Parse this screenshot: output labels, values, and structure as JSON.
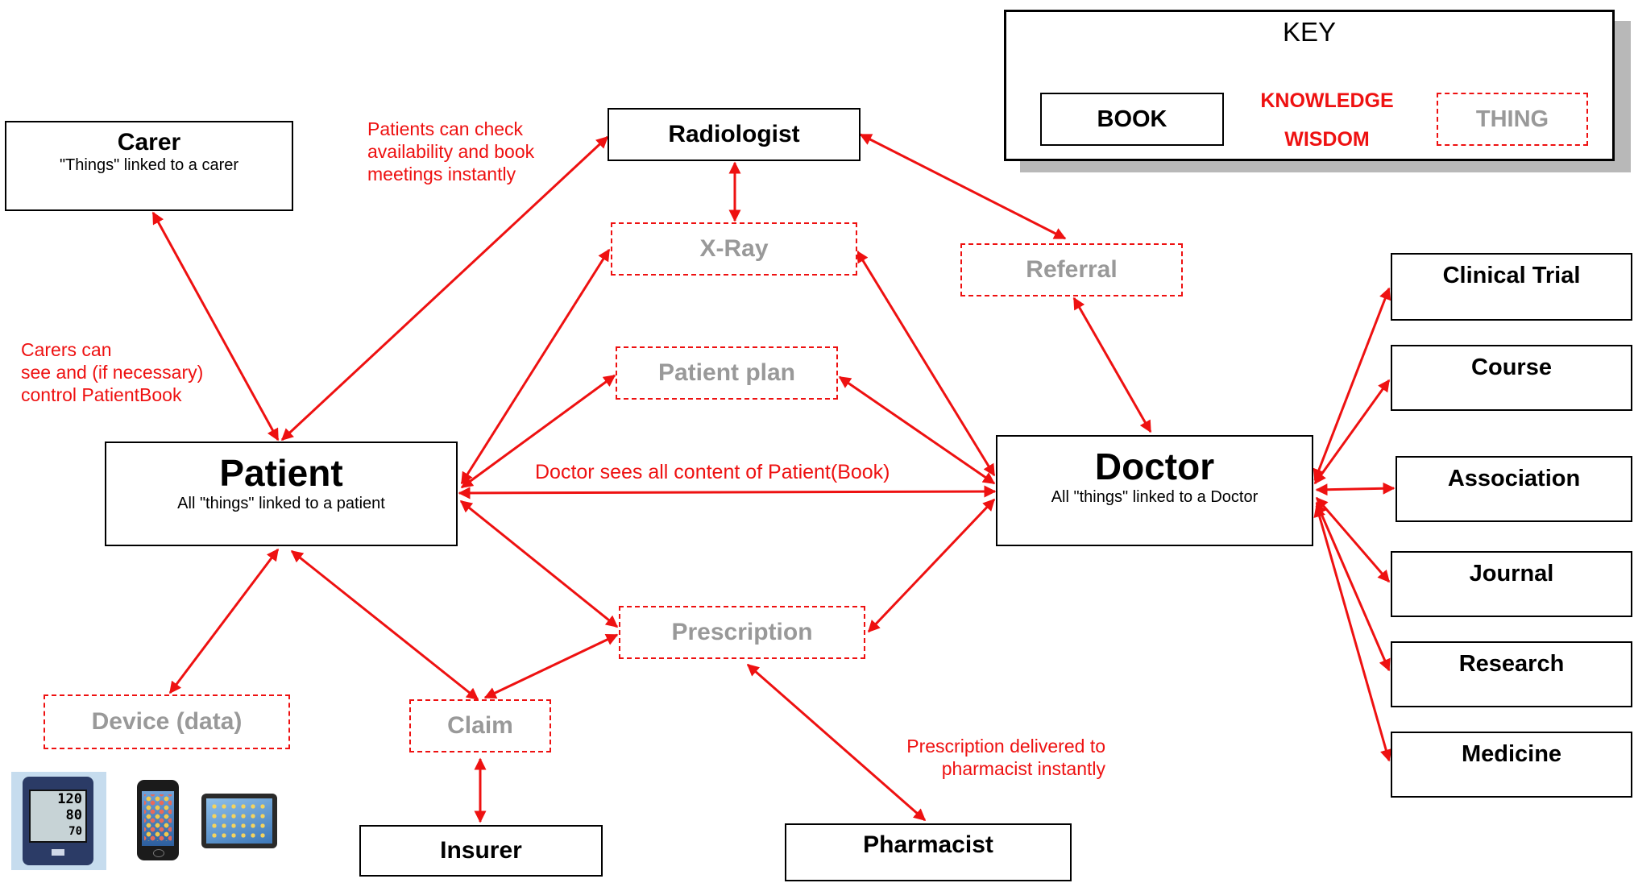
{
  "key": {
    "title": "KEY",
    "book": "BOOK",
    "knowledge": "KNOWLEDGE",
    "wisdom": "WISDOM",
    "thing": "THING"
  },
  "books": {
    "carer": {
      "title": "Carer",
      "subtitle": "\"Things\" linked to a carer"
    },
    "radiologist": {
      "title": "Radiologist"
    },
    "patient": {
      "title": "Patient",
      "subtitle": "All \"things\" linked to a patient"
    },
    "doctor": {
      "title": "Doctor",
      "subtitle": "All \"things\" linked to a Doctor"
    },
    "clinical_trial": {
      "title": "Clinical Trial"
    },
    "course": {
      "title": "Course"
    },
    "association": {
      "title": "Association"
    },
    "journal": {
      "title": "Journal"
    },
    "research": {
      "title": "Research"
    },
    "medicine": {
      "title": "Medicine"
    },
    "insurer": {
      "title": "Insurer"
    },
    "pharmacist": {
      "title": "Pharmacist"
    }
  },
  "things": {
    "xray": "X-Ray",
    "referral": "Referral",
    "patient_plan": "Patient plan",
    "prescription": "Prescription",
    "device": "Device (data)",
    "claim": "Claim"
  },
  "notes": {
    "patients_check": [
      "Patients can check",
      "availability and book",
      "meetings instantly"
    ],
    "carers_can": [
      "Carers can",
      "see and (if necessary)",
      "control PatientBook"
    ],
    "doctor_sees": "Doctor sees all content of Patient(Book)",
    "prescription_delivered": [
      "Prescription delivered to",
      "pharmacist instantly"
    ]
  },
  "devices": {
    "bp_reading": [
      "120",
      "80",
      "70"
    ]
  },
  "colors": {
    "link": "#ee1111",
    "thing_text": "#999999",
    "border": "#000000"
  }
}
